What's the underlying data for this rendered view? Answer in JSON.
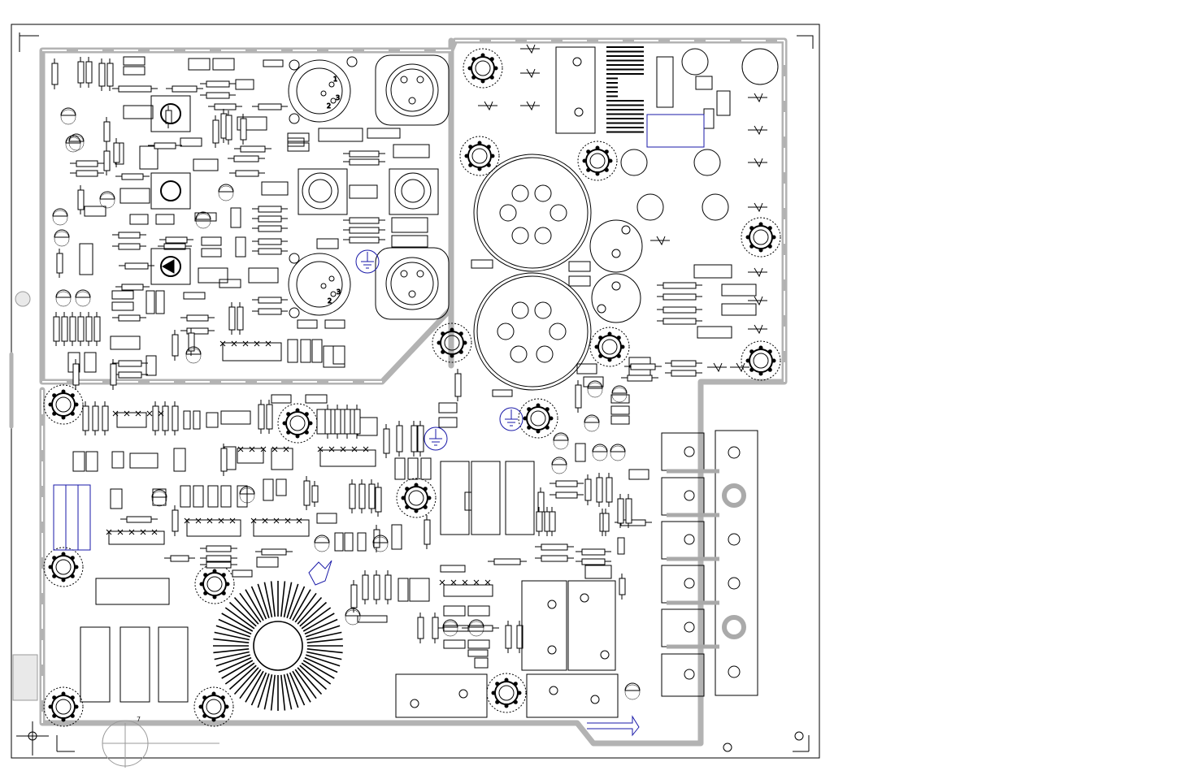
{
  "diagram": {
    "kind": "pcb-component-placement",
    "line_color": "#000000",
    "trace_color": "#b3b3b3",
    "accent_color": "#1a1aa8",
    "background": "#ffffff"
  },
  "labels": {
    "xlr_pin_1": "1",
    "xlr_pin_2": "2",
    "xlr_pin_3": "3",
    "xlr_bottom_pin_3": "3",
    "xlr_bottom_pin_2": "2",
    "footnote_7": "7"
  }
}
